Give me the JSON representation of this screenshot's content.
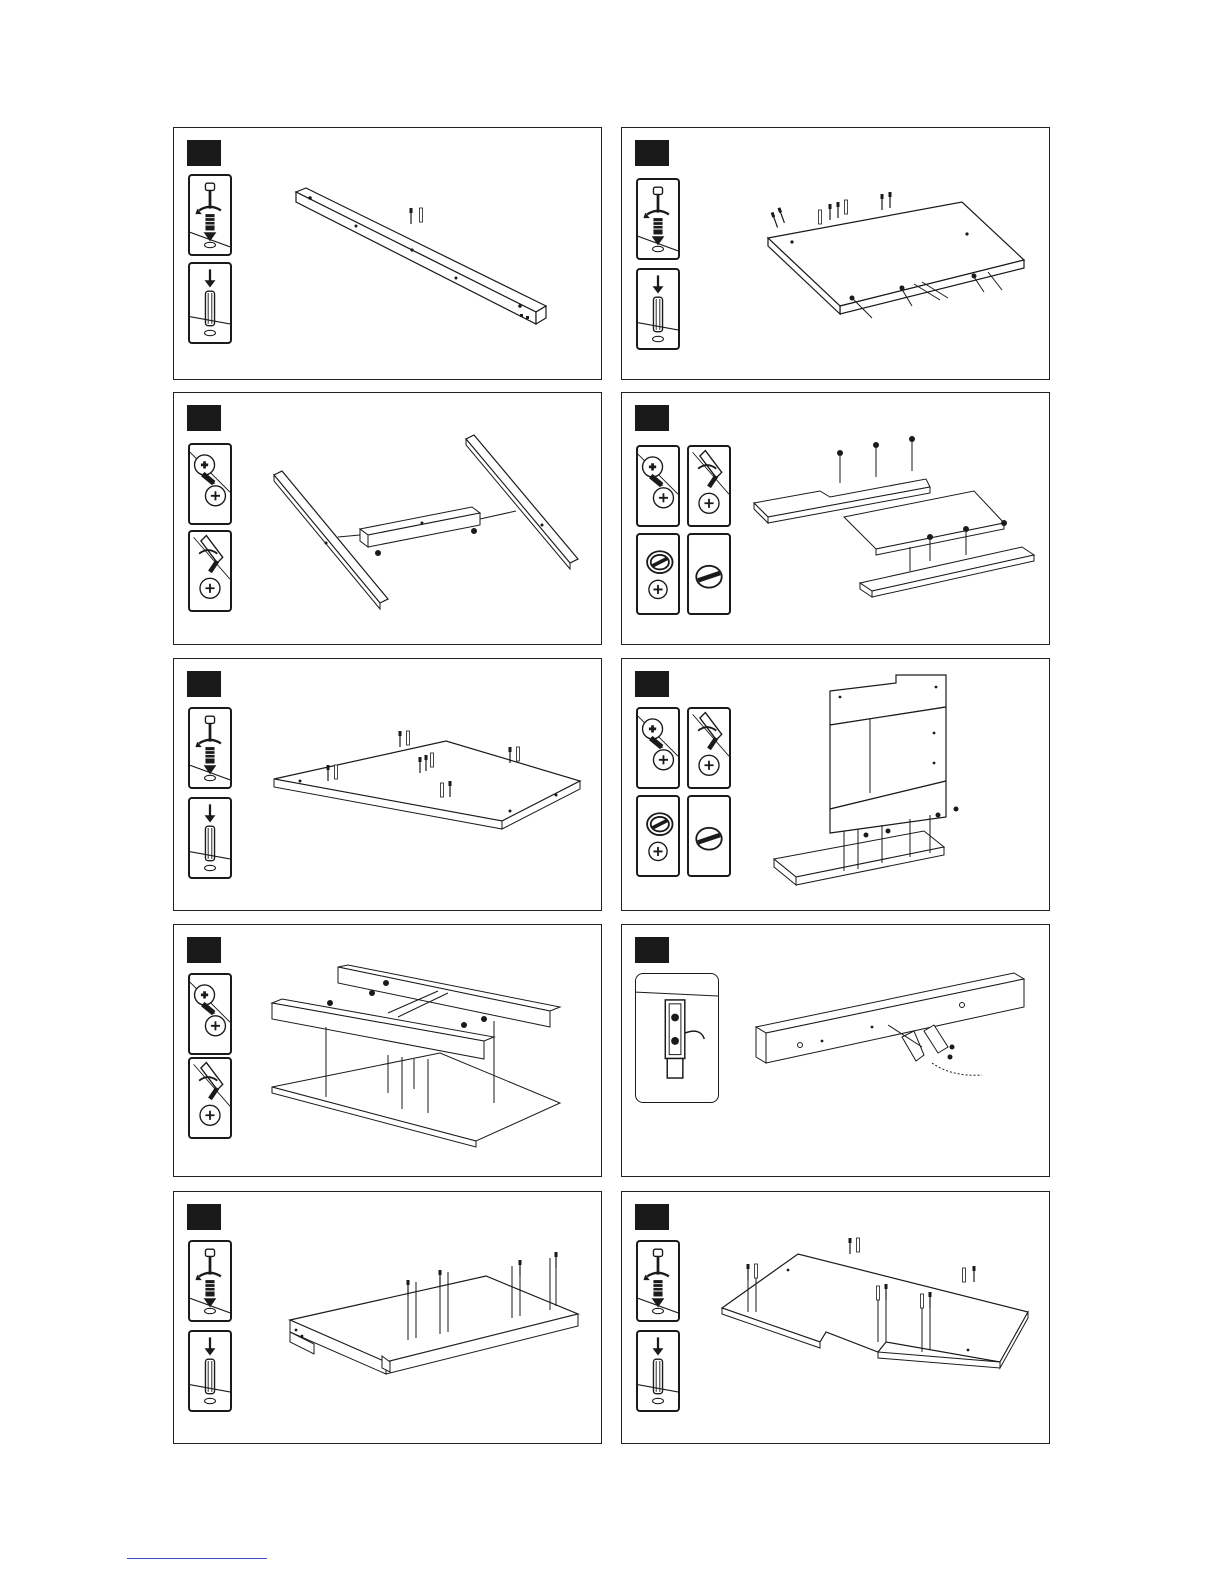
{
  "document": {
    "type": "assembly-instructions-page",
    "steps": [
      {
        "icons": [
          "cam-bolt-insert-icon",
          "wood-dowel-insert-icon"
        ],
        "part": "long-rail-with-bolts"
      },
      {
        "icons": [
          "cam-bolt-insert-icon",
          "wood-dowel-insert-icon"
        ],
        "part": "panel-with-bolts-and-dowels"
      },
      {
        "icons": [
          "cam-lock-place-icon",
          "screwdriver-tighten-icon"
        ],
        "part": "two-rails-with-crossbar"
      },
      {
        "icons": [
          "cam-lock-place-icon",
          "screwdriver-tighten-icon",
          "cam-cap-icon",
          "cam-cap-side-icon"
        ],
        "part": "panels-with-cam-locks"
      },
      {
        "icons": [
          "cam-bolt-insert-icon",
          "wood-dowel-insert-icon"
        ],
        "part": "large-panel-with-bolts"
      },
      {
        "icons": [
          "cam-lock-place-icon",
          "screwdriver-tighten-icon",
          "cam-cap-icon",
          "cam-cap-side-icon"
        ],
        "part": "back-panel-assembly"
      },
      {
        "icons": [
          "cam-lock-place-icon",
          "screwdriver-tighten-icon"
        ],
        "part": "frame-onto-panel"
      },
      {
        "icons": [
          "hinge-detail-icon"
        ],
        "part": "rail-with-hinge"
      },
      {
        "icons": [
          "cam-bolt-insert-icon",
          "wood-dowel-insert-icon"
        ],
        "part": "drawer-box-with-bolts"
      },
      {
        "icons": [
          "cam-bolt-insert-icon",
          "wood-dowel-insert-icon"
        ],
        "part": "notched-top-panel"
      }
    ]
  },
  "colors": {
    "ink": "#1a1a1a",
    "paper": "#ffffff",
    "link": "#3a4fc0"
  }
}
